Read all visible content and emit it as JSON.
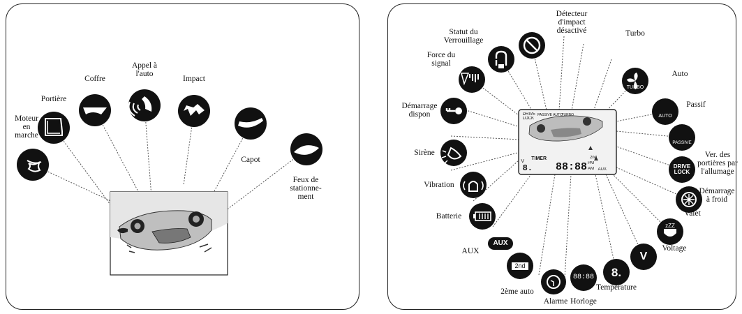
{
  "colors": {
    "ink": "#111111",
    "lcd_bg": "#f2f2f2",
    "car_light": "#d9d9d9",
    "car_mid": "#9a9a9a",
    "arc": "#e6e6e6"
  },
  "left_panel": {
    "labels": {
      "feux": "Feux de\nstationne-\nment",
      "capot": "Capot",
      "impact": "Impact",
      "appel": "Appel à\nl'auto",
      "coffre": "Coffre",
      "portiere": "Portière",
      "moteur": "Moteur\nen\nmarche"
    },
    "icons": [
      "parking-lights-icon",
      "hood-icon",
      "impact-icon",
      "car-call-icon",
      "trunk-icon",
      "door-icon",
      "engine-running-icon"
    ]
  },
  "right_panel": {
    "labels": {
      "horloge": "Horloge",
      "alarme": "Alarme",
      "deme_auto": "2ème auto",
      "temperature": "Température",
      "aux": "AUX",
      "voltage": "Voltage",
      "batterie": "Batterie",
      "valet": "Valet",
      "vibration": "Vibration",
      "demarrage_froid": "Démarrage\nà froid",
      "sirene": "Sirène",
      "ver_portieres": "Ver. des\nportières par\nl'allumage",
      "demarrage_dispo": "Démarrage\ndispon",
      "passif": "Passif",
      "force_signal": "Force du\nsignal",
      "auto": "Auto",
      "statut": "Statut du\nVerrouillage",
      "turbo": "Turbo",
      "detecteur": "Détecteur\nd'impact\ndésactivé"
    },
    "icon_text": {
      "voltage_glyph": "V",
      "temp_glyph": "8.",
      "clock_glyph": "88:88",
      "aux_glyph": "AUX",
      "second_glyph": "2nd",
      "drive_lock_glyph": "DRIVE\nLOCK",
      "passive_glyph": "PASSIVE",
      "auto_glyph": "AUTO",
      "turbo_glyph": "TURBO",
      "zzz_glyph": "zZZ"
    },
    "lcd": {
      "timer": "TIMER",
      "am": "AM",
      "pm": "PM",
      "time_digits": "88:88",
      "volt": "V",
      "digit": "8.",
      "drive": "DRIVE",
      "lock": "LOCK",
      "auto": "AUTO",
      "passive": "PASSIVE",
      "turbo": "TURBO",
      "aux": "AUX",
      "second": "2nd"
    }
  }
}
